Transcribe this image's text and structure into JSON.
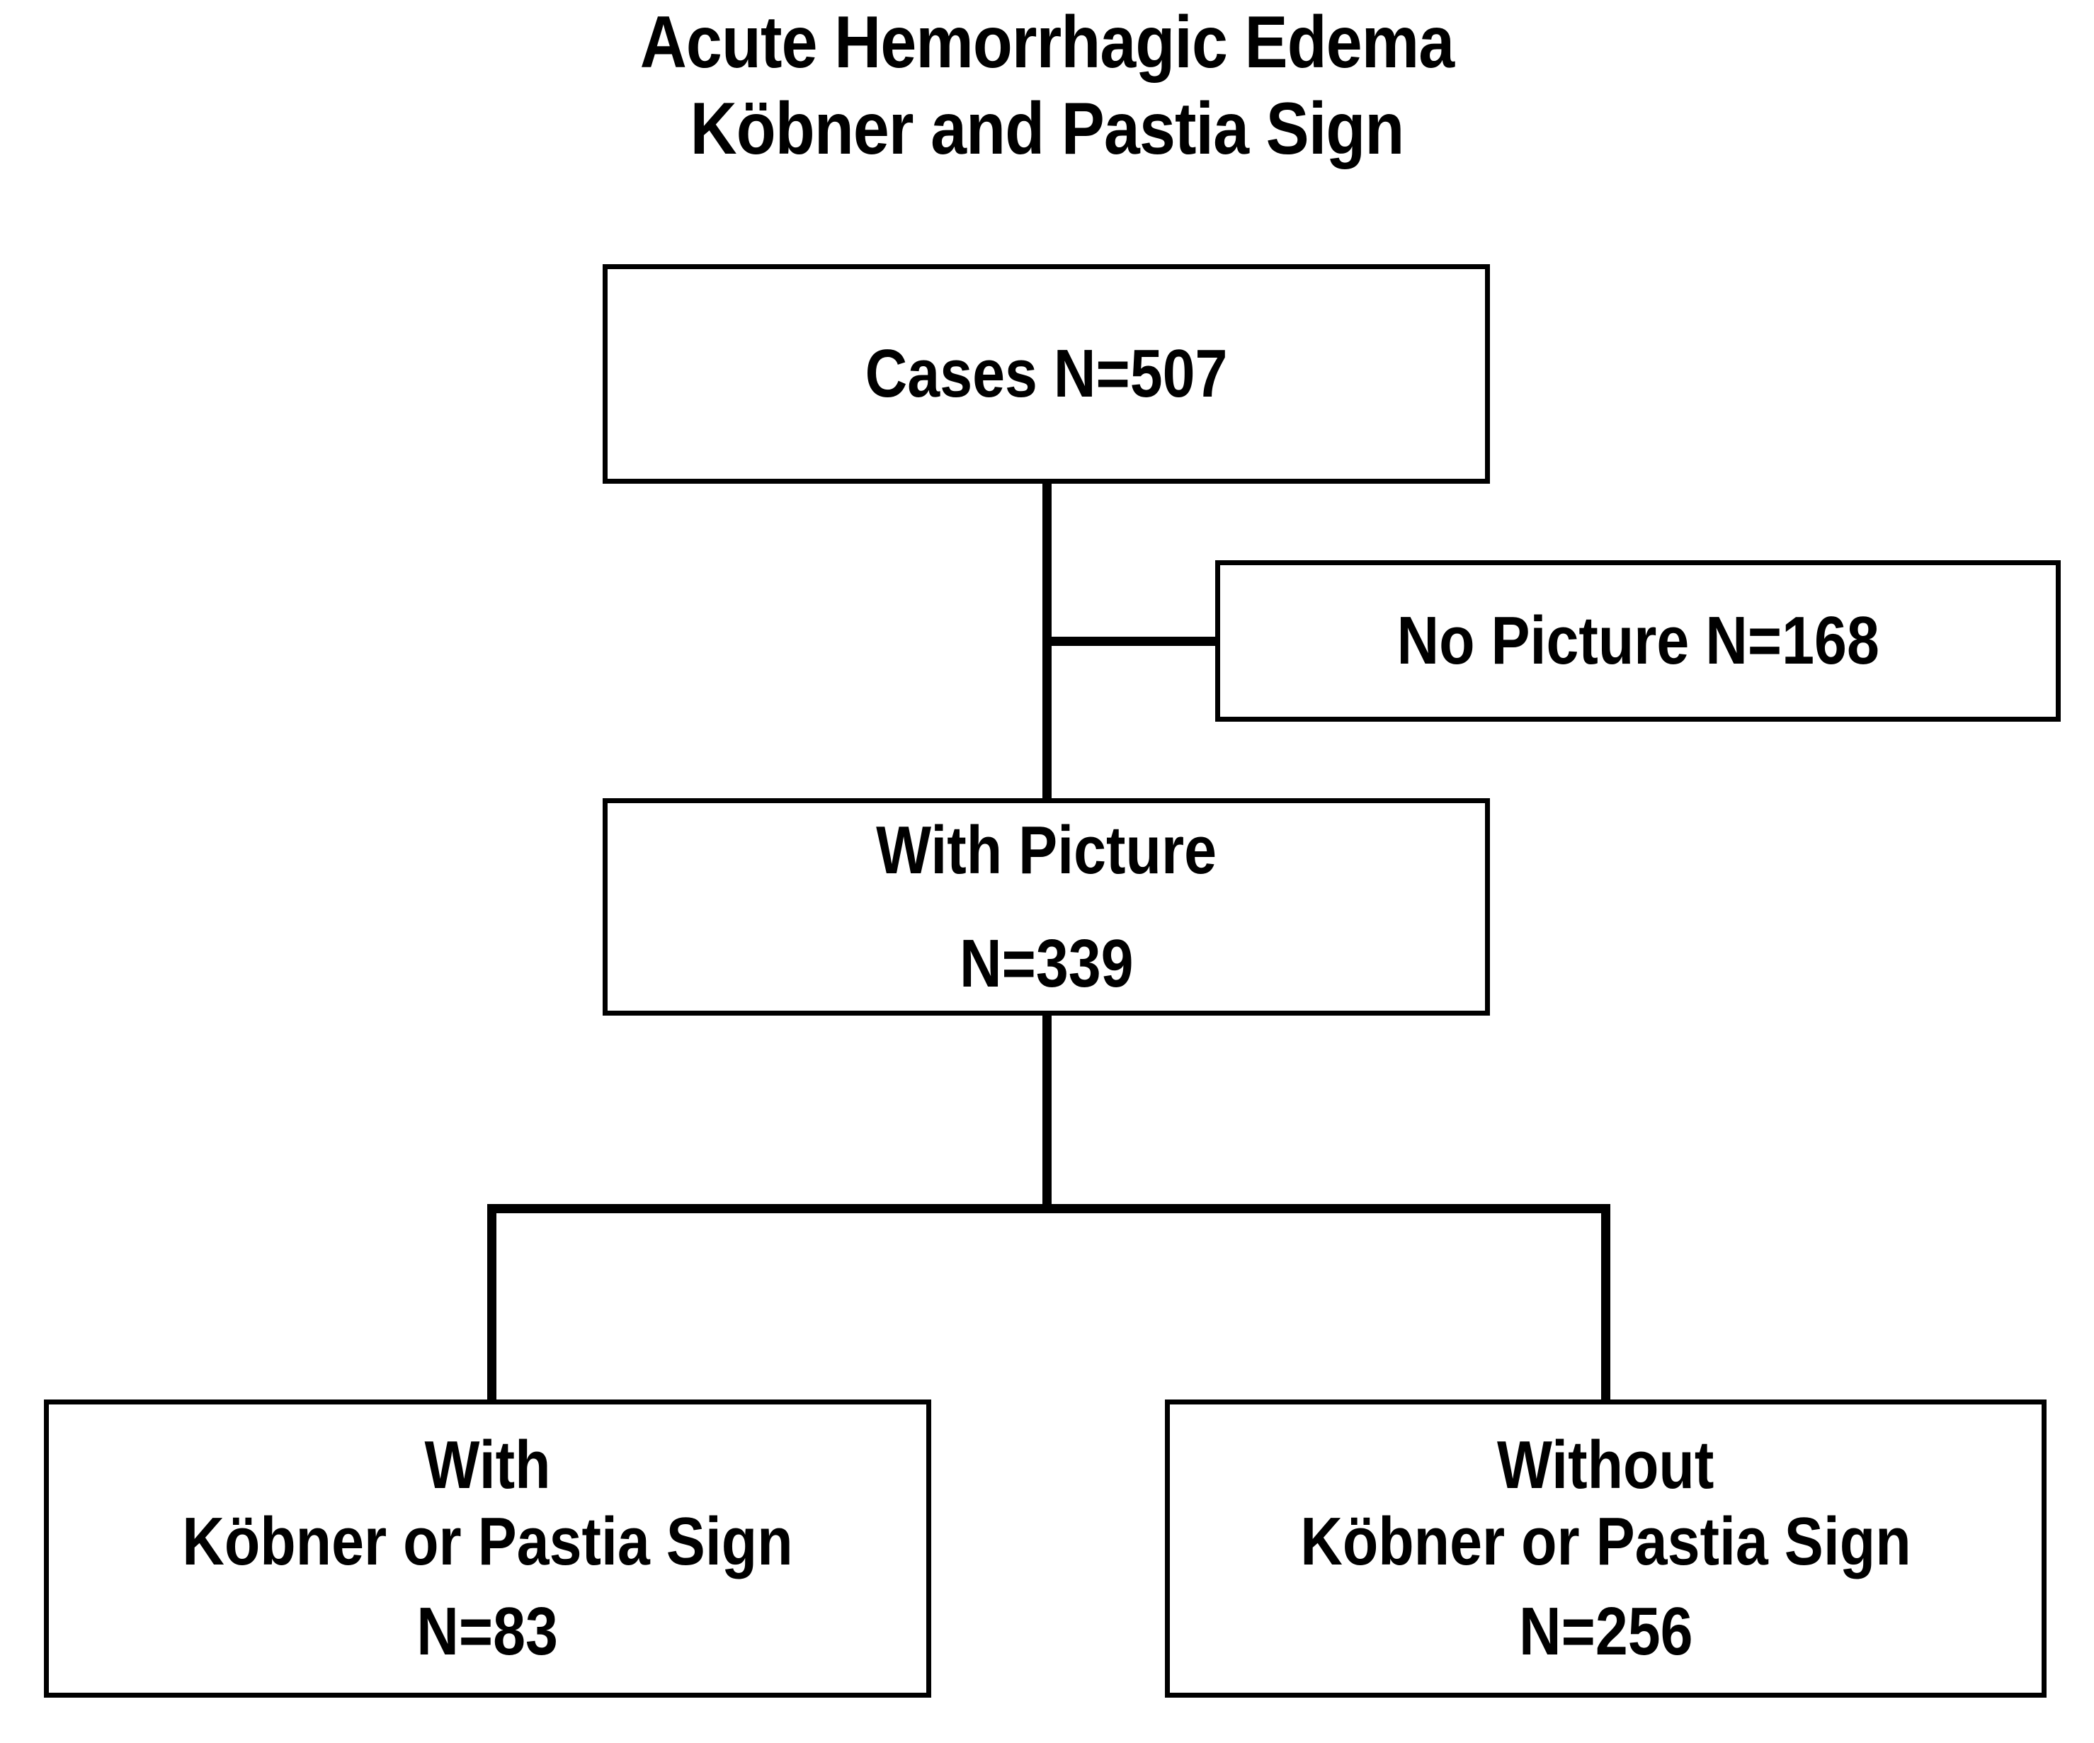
{
  "figure": {
    "title": {
      "line1": "Acute Hemorrhagic Edema",
      "line2": "Köbner and Pastia Sign"
    }
  },
  "chart_data": {
    "type": "diagram",
    "title": "Acute Hemorrhagic Edema Köbner and Pastia Sign",
    "nodes": [
      {
        "id": "cases",
        "label": "Cases N=507",
        "lines": [
          "Cases N=507"
        ],
        "n": 507
      },
      {
        "id": "no_picture",
        "label": "No Picture N=168",
        "lines": [
          "No Picture N=168"
        ],
        "n": 168
      },
      {
        "id": "with_picture",
        "label": "With Picture N=339",
        "lines": [
          "With Picture",
          "N=339"
        ],
        "n": 339
      },
      {
        "id": "with_sign",
        "label": "With Köbner or Pastia Sign N=83",
        "lines": [
          "With",
          "Köbner or Pastia Sign",
          "N=83"
        ],
        "n": 83
      },
      {
        "id": "without_sign",
        "label": "Without Köbner or Pastia Sign N=256",
        "lines": [
          "Without",
          "Köbner or Pastia Sign",
          "N=256"
        ],
        "n": 256
      }
    ],
    "edges": [
      {
        "from": "cases",
        "to": "no_picture"
      },
      {
        "from": "cases",
        "to": "with_picture"
      },
      {
        "from": "with_picture",
        "to": "with_sign"
      },
      {
        "from": "with_picture",
        "to": "without_sign"
      }
    ],
    "colors": {
      "line": "#000000",
      "box_fill": "#ffffff",
      "text": "#000000"
    }
  },
  "boxes": {
    "cases": {
      "line1": "Cases N=507"
    },
    "no_picture": {
      "line1": "No Picture N=168"
    },
    "with_picture": {
      "line1": "With Picture",
      "line2": "N=339"
    },
    "with_sign": {
      "line1": "With",
      "line2": "Köbner or Pastia Sign",
      "line3": "N=83"
    },
    "without_sign": {
      "line1": "Without",
      "line2": "Köbner or Pastia Sign",
      "line3": "N=256"
    }
  }
}
